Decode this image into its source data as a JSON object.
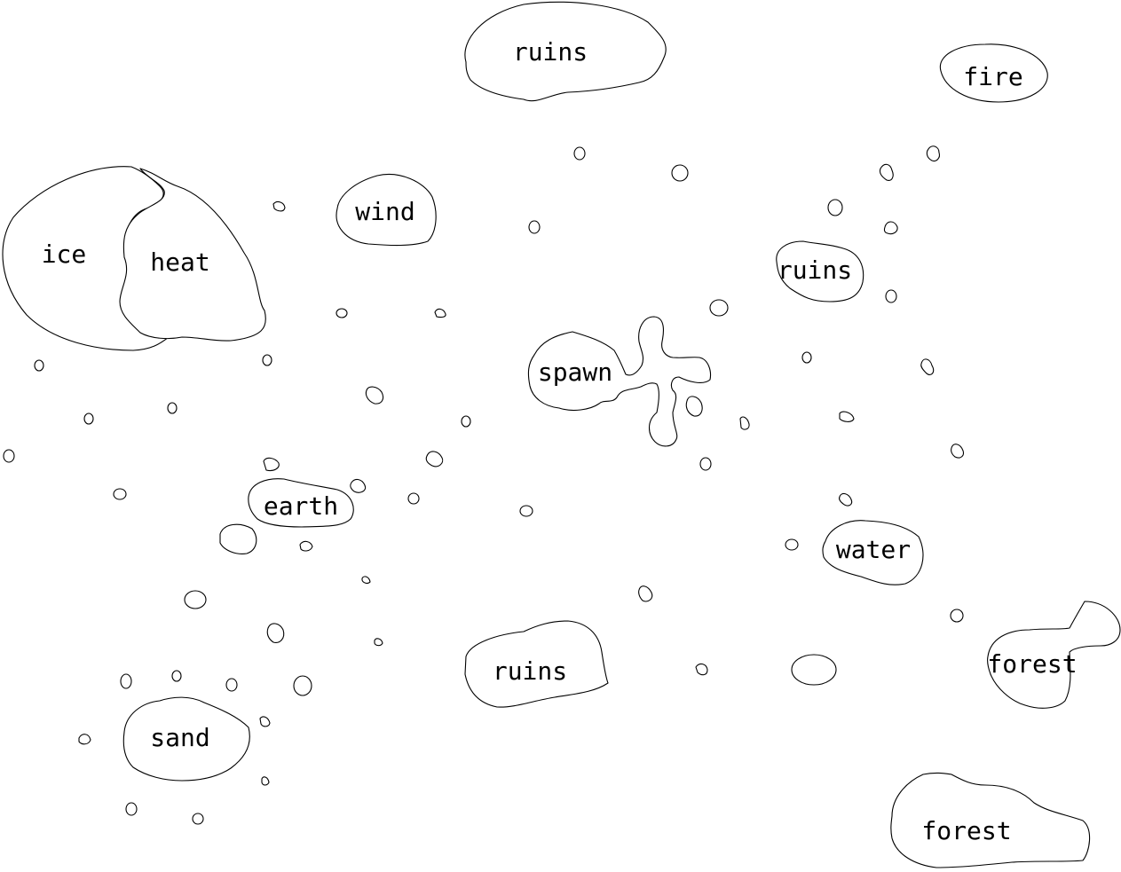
{
  "map": {
    "regions": [
      {
        "id": "ruins-north",
        "label": "ruins"
      },
      {
        "id": "fire",
        "label": "fire"
      },
      {
        "id": "ice",
        "label": "ice"
      },
      {
        "id": "heat",
        "label": "heat"
      },
      {
        "id": "wind",
        "label": "wind"
      },
      {
        "id": "ruins-east",
        "label": "ruins"
      },
      {
        "id": "spawn",
        "label": "spawn"
      },
      {
        "id": "earth",
        "label": "earth"
      },
      {
        "id": "water",
        "label": "water"
      },
      {
        "id": "ruins-south",
        "label": "ruins"
      },
      {
        "id": "forest-east",
        "label": "forest"
      },
      {
        "id": "sand",
        "label": "sand"
      },
      {
        "id": "forest-south",
        "label": "forest"
      }
    ]
  }
}
